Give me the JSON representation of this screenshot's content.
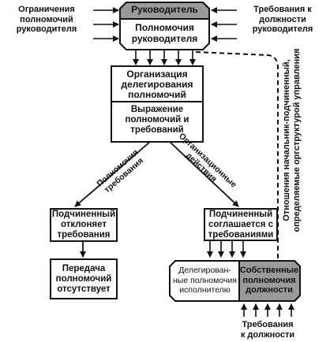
{
  "top": {
    "leader_header": "Руководитель",
    "leader_powers": "Полномочия\nруководителя",
    "left_input": "Ограничения\nполномочий\nруководителя",
    "right_input": "Требования к\nдолжности\nруководителя"
  },
  "center": {
    "delegation_org": "Организация\nделегирования\nполномочий",
    "expression": "Выражение\nполномочий и\nтребований"
  },
  "branches": {
    "left_label": "Полномочия\nтребования",
    "right_label": "Организационные\nдействия"
  },
  "left": {
    "rejects": "Подчиненный\nотклоняет\nтребования",
    "no_transfer": "Передача\nполномочий\nотсутствует"
  },
  "right": {
    "accepts": "Подчиненный\nсоглашается с\nтребованиями",
    "delegated": "Делегирован-\nные полномочия\nисполнителю",
    "own_powers": "Собственные\nполномочия\nдолжности",
    "job_requirements": "Требования\nк должности"
  },
  "vertical_label": "Отношения начальник-подчиненный,\nопределяемые оргструктурой управления"
}
